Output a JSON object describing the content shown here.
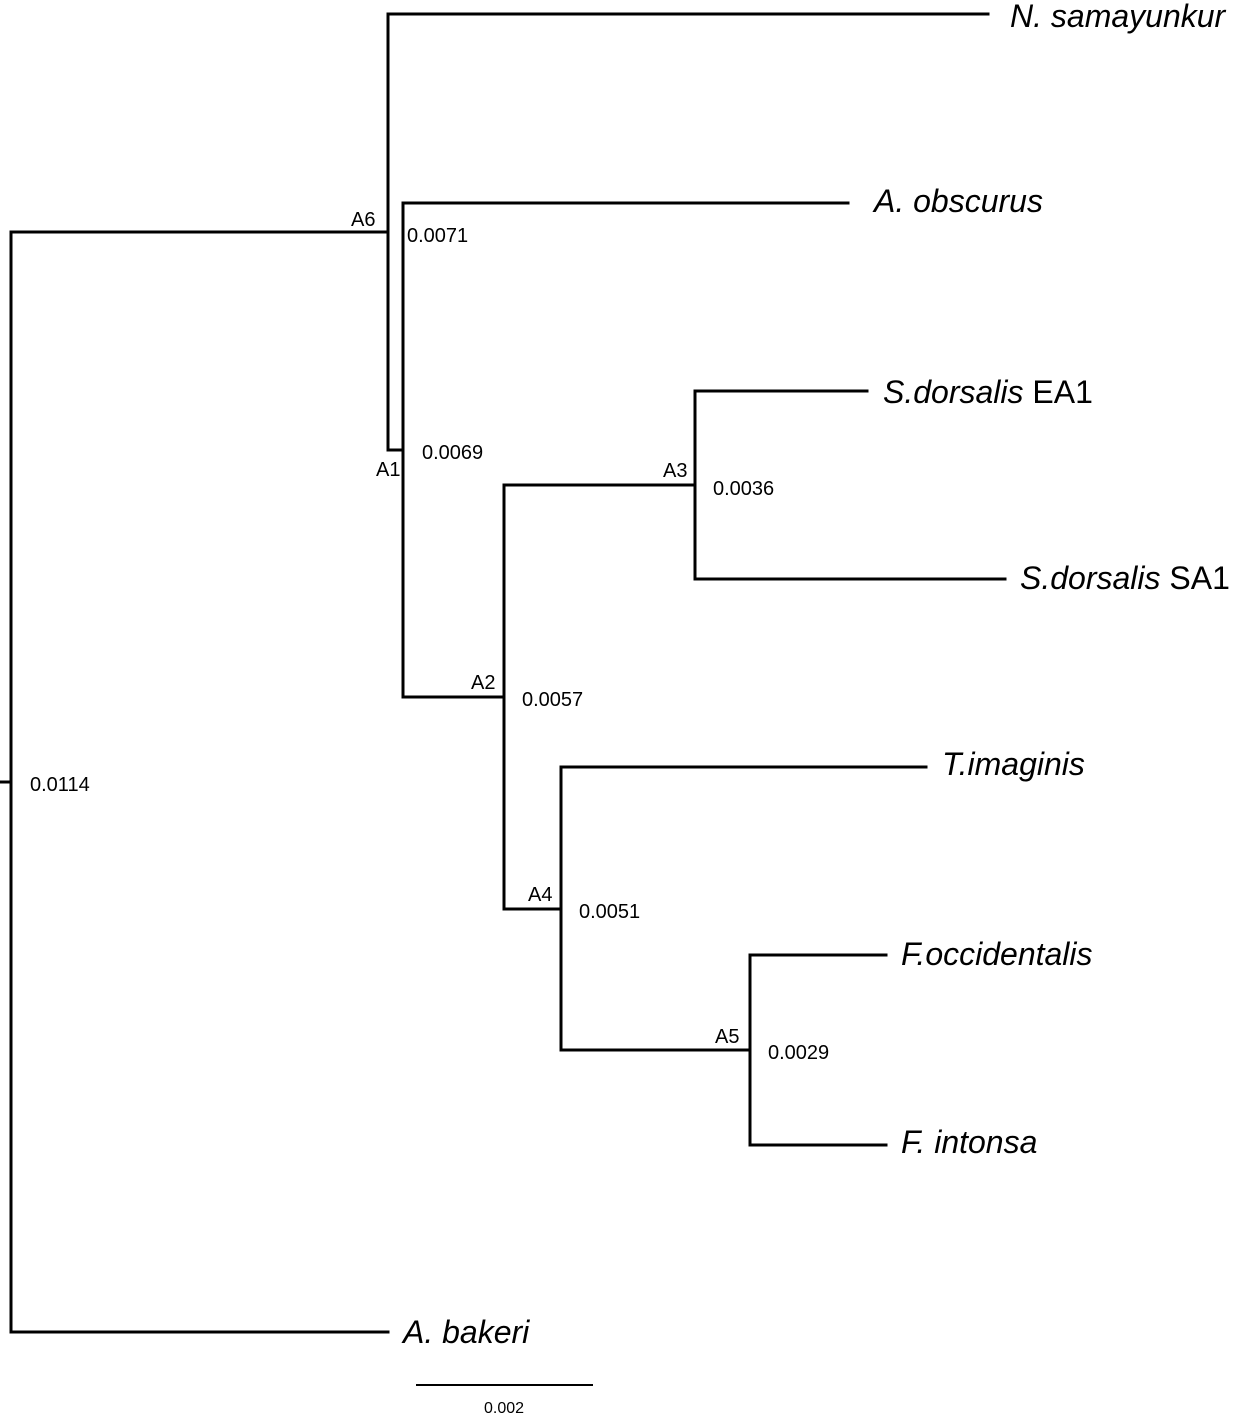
{
  "tree": {
    "taxa": [
      {
        "id": "nsam",
        "species": "N. samayunkur",
        "suffix": ""
      },
      {
        "id": "aobs",
        "species": "A. obscurus",
        "suffix": ""
      },
      {
        "id": "sdea",
        "species": "S.dorsalis",
        "suffix": " EA1"
      },
      {
        "id": "sdsa",
        "species": "S.dorsalis",
        "suffix": " SA1"
      },
      {
        "id": "timg",
        "species": "T.imaginis",
        "suffix": ""
      },
      {
        "id": "focc",
        "species": "F.occidentalis",
        "suffix": ""
      },
      {
        "id": "fint",
        "species": "F. intonsa",
        "suffix": ""
      },
      {
        "id": "abak",
        "species": "A. bakeri",
        "suffix": ""
      }
    ],
    "nodes": [
      {
        "id": "A6",
        "label": "A6",
        "value": "0.0071"
      },
      {
        "id": "A1",
        "label": "A1",
        "value": "0.0069"
      },
      {
        "id": "A3",
        "label": "A3",
        "value": "0.0036"
      },
      {
        "id": "A2",
        "label": "A2",
        "value": "0.0057"
      },
      {
        "id": "A4",
        "label": "A4",
        "value": "0.0051"
      },
      {
        "id": "A5",
        "label": "A5",
        "value": "0.0029"
      },
      {
        "id": "root",
        "label": "",
        "value": "0.0114"
      }
    ],
    "scale": {
      "value": "0.002"
    }
  }
}
